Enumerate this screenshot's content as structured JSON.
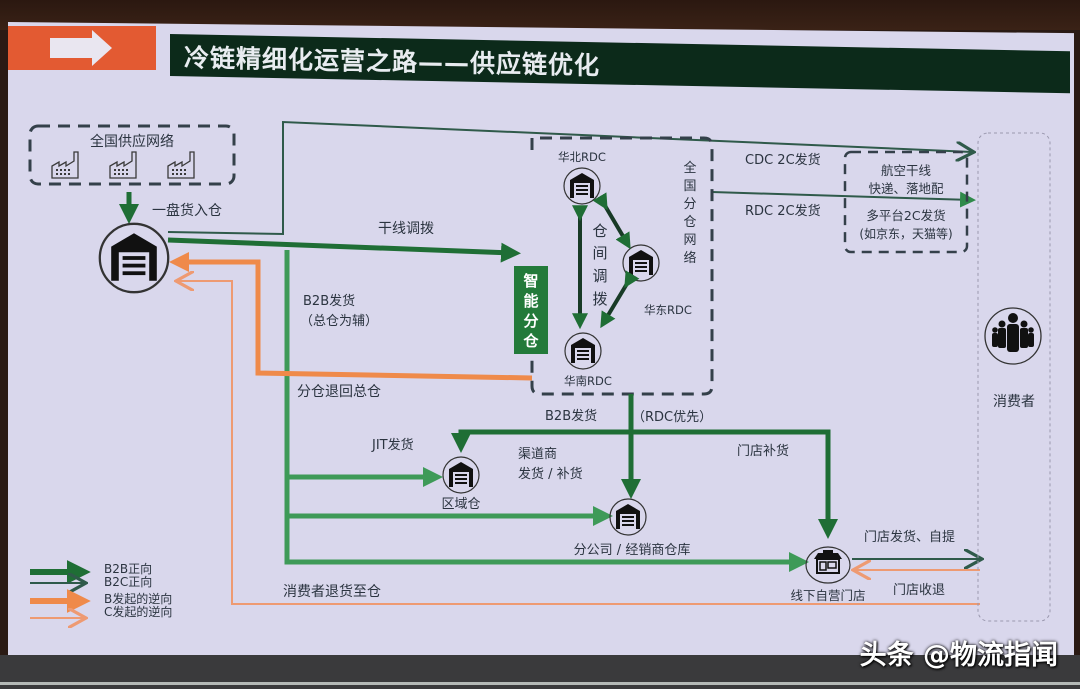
{
  "slide": {
    "title": "冷链精细化运营之路——供应链优化",
    "colors": {
      "b2b_forward": "#1f6e35",
      "b2c_forward": "#2f5a4a",
      "b_reverse": "#ef8a4a",
      "c_reverse": "#ee9a72",
      "title_bar": "#0c2a1a",
      "title_arrow": "#e35a32",
      "background": "#d9d7ec"
    }
  },
  "nodes": {
    "supply_network": {
      "label": "全国供应网络",
      "icon": "factory-icon"
    },
    "central_warehouse": {
      "icon": "warehouse-icon"
    },
    "smart_split": {
      "chars": [
        "智",
        "能",
        "分",
        "仓"
      ]
    },
    "rdc_network": {
      "label_chars": [
        "全",
        "国",
        "分",
        "仓",
        "网",
        "络"
      ]
    },
    "rdc_north": {
      "label": "华北RDC"
    },
    "rdc_east": {
      "label": "华东RDC"
    },
    "rdc_south": {
      "label": "华南RDC"
    },
    "inter_warehouse": {
      "chars": [
        "仓",
        "间",
        "调",
        "拨"
      ]
    },
    "regional_warehouse": {
      "label": "区域仓"
    },
    "branch_warehouse": {
      "label": "分公司 / 经销商仓库"
    },
    "offline_store": {
      "label": "线下自营门店",
      "icon": "store-icon"
    },
    "consumer": {
      "label": "消费者",
      "icon": "people-icon"
    },
    "channel_box": {
      "line1": "航空干线",
      "line2": "快递、落地配",
      "line3": "多平台2C发货",
      "line4": "(如京东，天猫等)"
    }
  },
  "edges": {
    "stock_in": "一盘货入仓",
    "trunk_transfer": "干线调拨",
    "b2b_ship_main": "B2B发货",
    "b2b_ship_main_note": "（总仓为辅）",
    "split_return": "分仓退回总仓",
    "cdc_2c": "CDC 2C发货",
    "rdc_2c": "RDC 2C发货",
    "b2b_rdc": "B2B发货",
    "b2b_rdc_note": "（RDC优先）",
    "jit": "JIT发货",
    "channel_ship_1": "渠道商",
    "channel_ship_2": "发货 / 补货",
    "store_replenish": "门店补货",
    "store_ship": "门店发货、自提",
    "store_return": "门店收退",
    "consumer_return": "消费者退货至仓"
  },
  "legend": [
    {
      "label": "B2B正向",
      "style": "b2b_forward"
    },
    {
      "label": "B2C正向",
      "style": "b2c_forward"
    },
    {
      "label": "B发起的逆向",
      "style": "b_reverse"
    },
    {
      "label": "C发起的逆向",
      "style": "c_reverse"
    }
  ],
  "watermark": "头条 @物流指闻"
}
